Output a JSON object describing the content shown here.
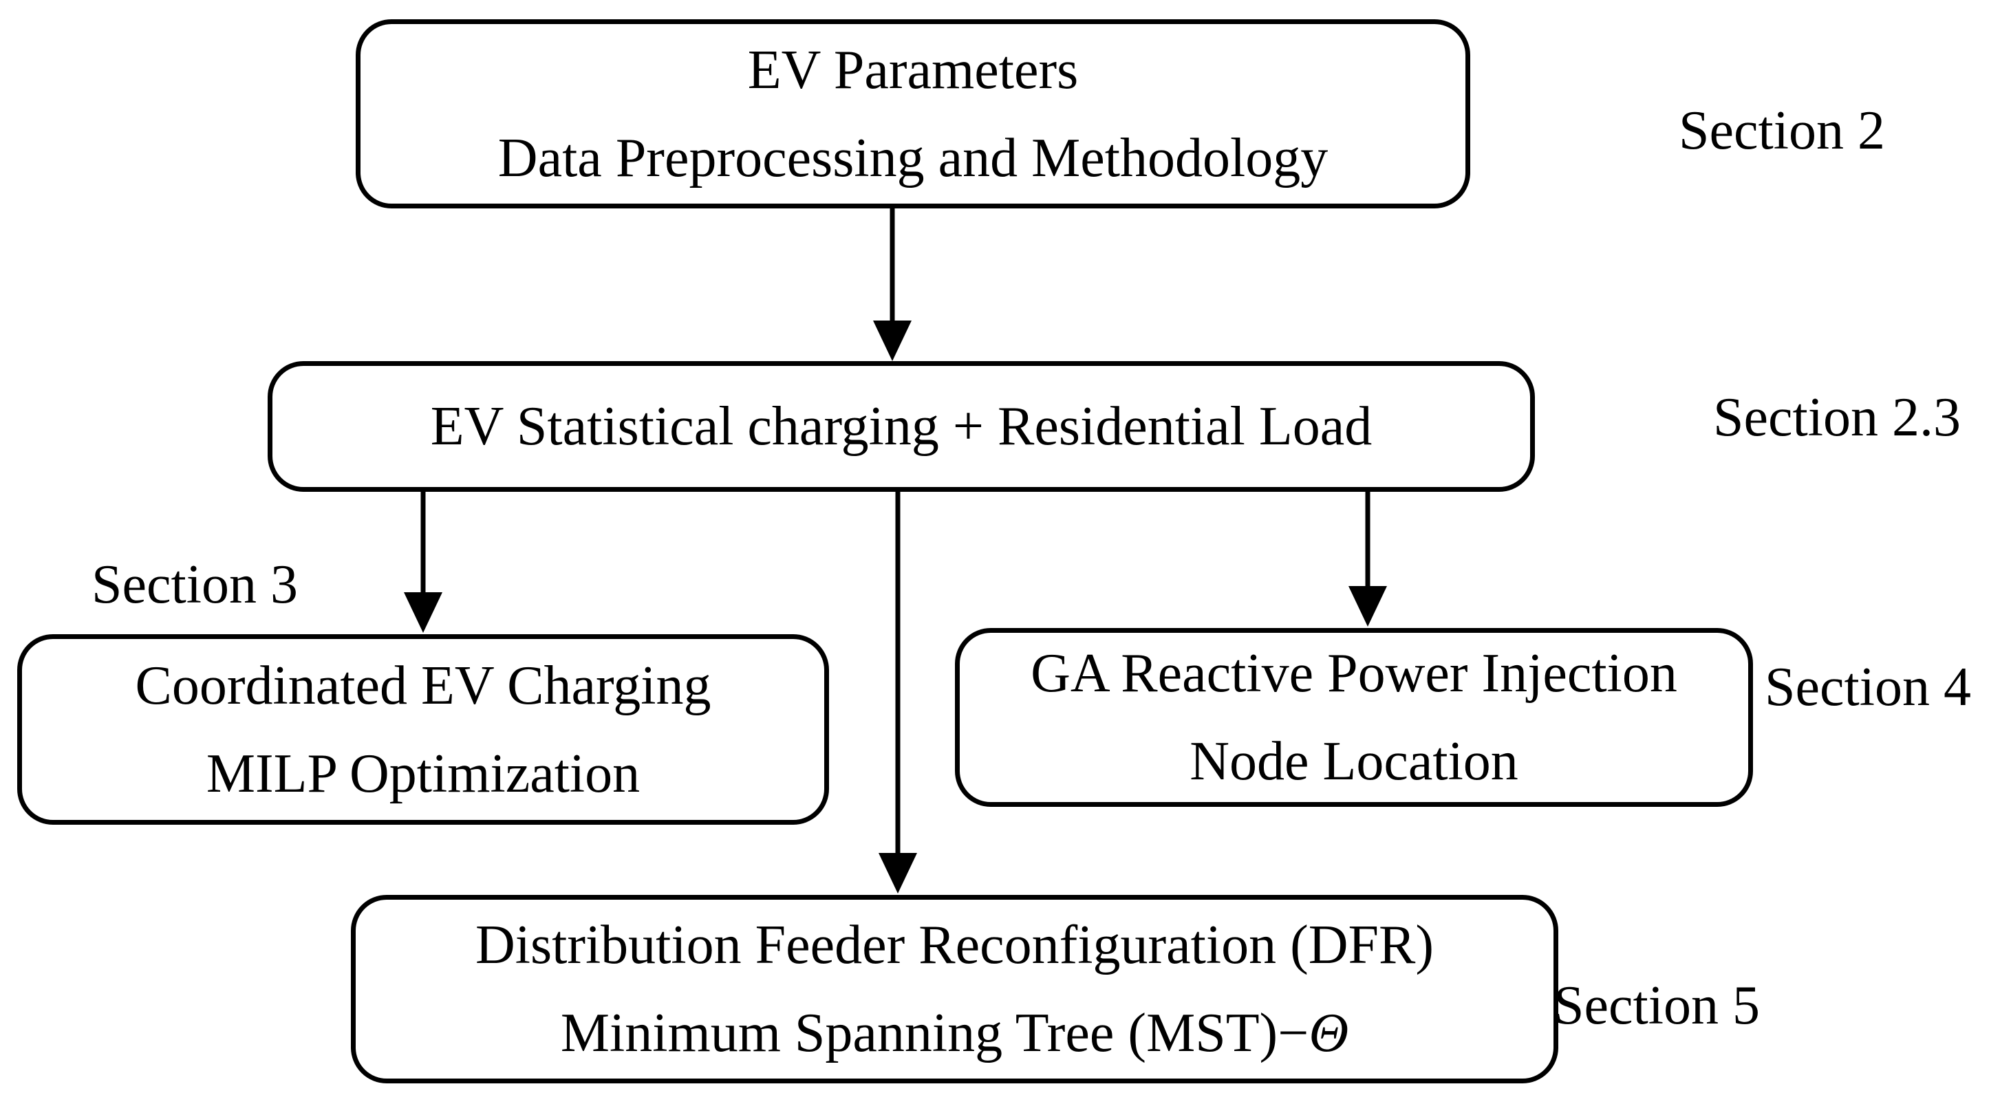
{
  "diagram": {
    "nodes": {
      "ev_parameters": {
        "line1": "EV Parameters",
        "line2": "Data Preprocessing and Methodology"
      },
      "ev_statistical_charging": {
        "line1": "EV Statistical charging + Residential Load"
      },
      "coordinated_ev_charging": {
        "line1": "Coordinated EV Charging",
        "line2": "MILP Optimization"
      },
      "ga_reactive_power": {
        "line1": "GA Reactive Power Injection",
        "line2": "Node Location"
      },
      "dfr_mst": {
        "line1": "Distribution Feeder Reconfiguration (DFR)",
        "line2": "Minimum Spanning Tree (MST)−",
        "line2_symbol": "Θ"
      }
    },
    "section_labels": {
      "section_2": "Section 2",
      "section_2_3": "Section 2.3",
      "section_3": "Section 3",
      "section_4": "Section 4",
      "section_5": "Section 5"
    },
    "colors": {
      "stroke": "#000000",
      "background": "#ffffff",
      "text": "#000000"
    }
  }
}
